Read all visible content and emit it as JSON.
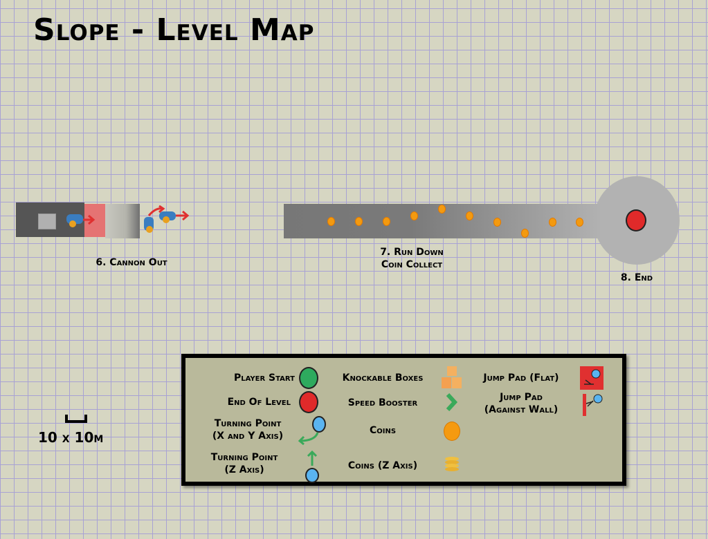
{
  "title": "Slope - Level Map",
  "sections": [
    {
      "label": "6. Cannon Out"
    },
    {
      "label_line1": "7. Run Down",
      "label_line2": "Coin Collect"
    },
    {
      "label": "8. End"
    }
  ],
  "scale": {
    "label": "10 x 10m"
  },
  "legend": {
    "player_start": "Player Start",
    "end_of_level": "End Of Level",
    "turning_xy_1": "Turning Point",
    "turning_xy_2": "(X and Y Axis)",
    "turning_z_1": "Turning Point",
    "turning_z_2": "(Z Axis)",
    "knockable": "Knockable Boxes",
    "booster": "Speed Booster",
    "coins": "Coins",
    "coins_z": "Coins (Z Axis)",
    "jump_flat": "Jump Pad (Flat)",
    "jump_wall_1": "Jump Pad",
    "jump_wall_2": "(Against Wall)"
  },
  "colors": {
    "player": "#2eaa5e",
    "end": "#e02a2a",
    "turn": "#5ab4f0",
    "coin": "#f39a10",
    "booster": "#3aa95a",
    "pad": "#e03030"
  }
}
